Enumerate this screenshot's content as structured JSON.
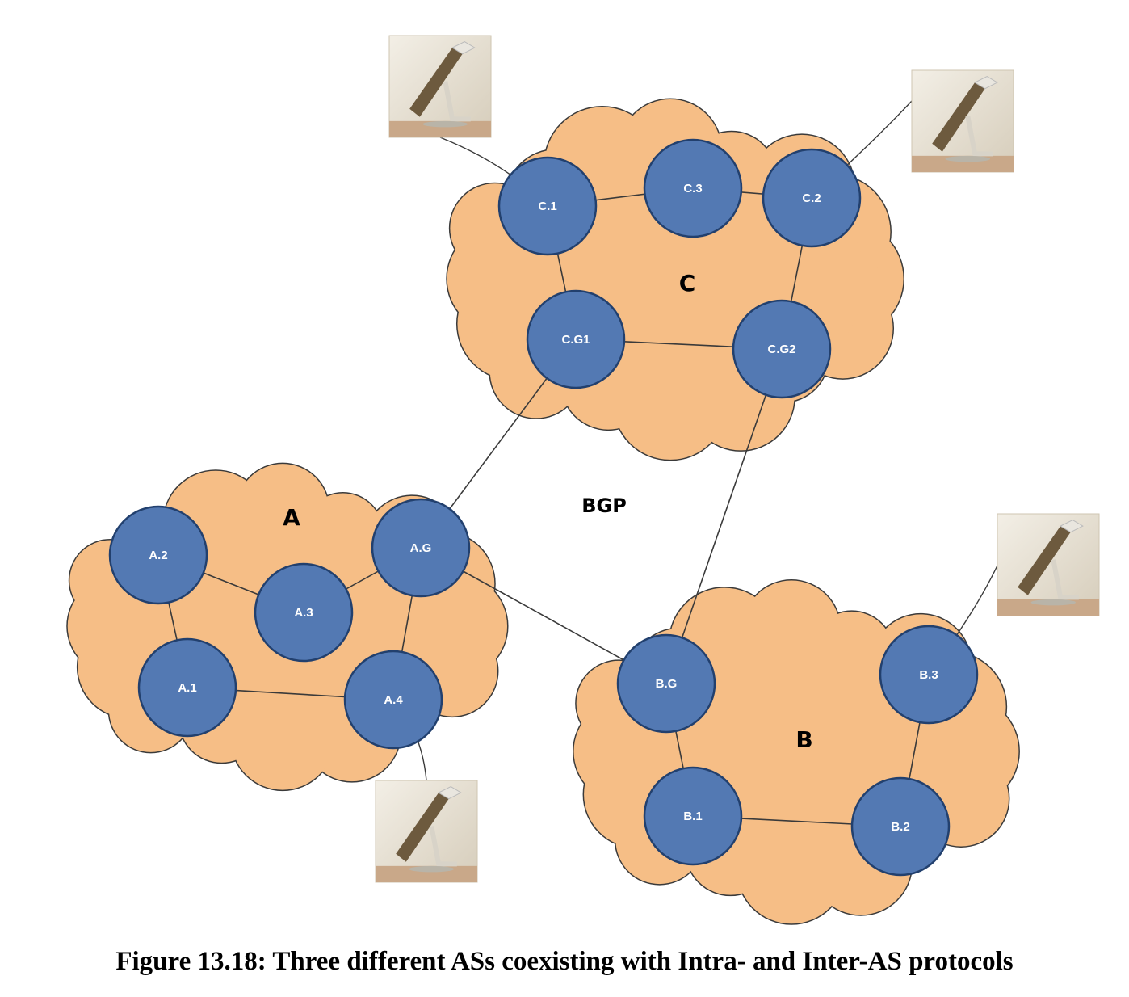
{
  "colors": {
    "cloud_fill": "#F6BE86",
    "cloud_stroke": "#3a3a3a",
    "node_fill": "#5379B3",
    "node_stroke": "#22406e",
    "link": "#3a3a3a"
  },
  "clouds": [
    {
      "id": "A",
      "label": "A"
    },
    {
      "id": "B",
      "label": "B"
    },
    {
      "id": "C",
      "label": "C"
    }
  ],
  "inter_as_label": "BGP",
  "nodes": [
    {
      "id": "C.1",
      "label": "C.1"
    },
    {
      "id": "C.3",
      "label": "C.3"
    },
    {
      "id": "C.2",
      "label": "C.2"
    },
    {
      "id": "C.G1",
      "label": "C.G1"
    },
    {
      "id": "C.G2",
      "label": "C.G2"
    },
    {
      "id": "A.2",
      "label": "A.2"
    },
    {
      "id": "A.3",
      "label": "A.3"
    },
    {
      "id": "A.G",
      "label": "A.G"
    },
    {
      "id": "A.1",
      "label": "A.1"
    },
    {
      "id": "A.4",
      "label": "A.4"
    },
    {
      "id": "B.G",
      "label": "B.G"
    },
    {
      "id": "B.3",
      "label": "B.3"
    },
    {
      "id": "B.1",
      "label": "B.1"
    },
    {
      "id": "B.2",
      "label": "B.2"
    }
  ],
  "links": [
    [
      "C.1",
      "C.3"
    ],
    [
      "C.3",
      "C.2"
    ],
    [
      "C.1",
      "C.G1"
    ],
    [
      "C.2",
      "C.G2"
    ],
    [
      "C.G1",
      "C.G2"
    ],
    [
      "A.2",
      "A.3"
    ],
    [
      "A.3",
      "A.G"
    ],
    [
      "A.2",
      "A.1"
    ],
    [
      "A.G",
      "A.4"
    ],
    [
      "A.1",
      "A.4"
    ],
    [
      "B.G",
      "B.1"
    ],
    [
      "B.3",
      "B.2"
    ],
    [
      "B.1",
      "B.2"
    ],
    [
      "C.G1",
      "A.G"
    ],
    [
      "C.G2",
      "B.G"
    ],
    [
      "A.G",
      "B.G"
    ]
  ],
  "hosts": [
    {
      "id": "host-c1",
      "attached_to": "C.1"
    },
    {
      "id": "host-c2",
      "attached_to": "C.2"
    },
    {
      "id": "host-a4",
      "attached_to": "A.4"
    },
    {
      "id": "host-b3",
      "attached_to": "B.3"
    }
  ],
  "caption": "Figure 13.18: Three different ASs coexisting with Intra- and Inter-AS protocols"
}
